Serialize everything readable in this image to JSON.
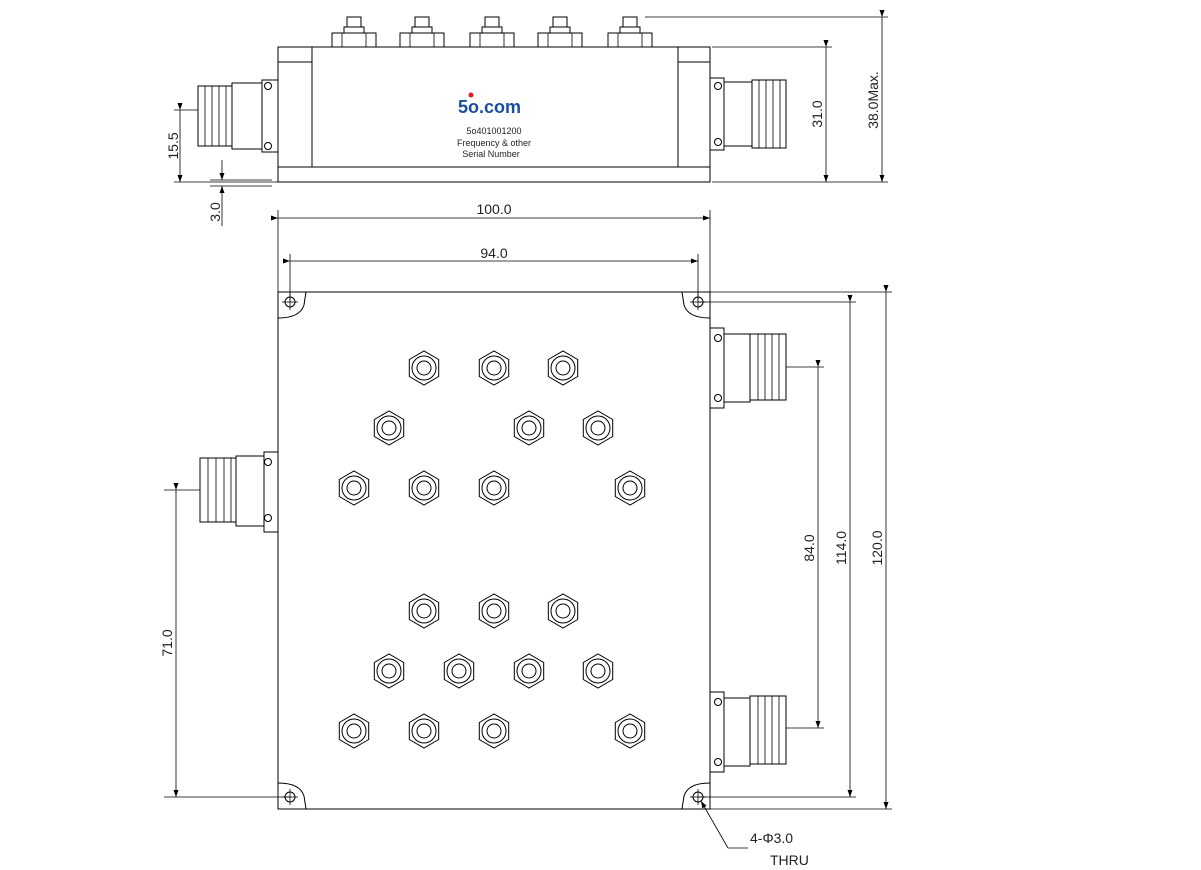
{
  "logo": {
    "text": "5o.com",
    "dot_color": "#e02020",
    "text_color": "#1a4fa0"
  },
  "label": {
    "part_number": "5o401001200",
    "line2": "Frequency & other",
    "line3": "Serial Number"
  },
  "dimensions": {
    "height_side": "15.5",
    "base_offset": "3.0",
    "body_height": "31.0",
    "max_height": "38.0Max.",
    "overall_width": "100.0",
    "hole_spacing_x": "94.0",
    "port_spacing": "84.0",
    "hole_spacing_y": "114.0",
    "overall_length": "120.0",
    "input_offset": "71.0",
    "hole_spec": "4-Φ3.0",
    "hole_type": "THRU"
  },
  "icons": {
    "connector": "n-type-connector-icon",
    "tuning_screw": "tuning-screw-icon",
    "mounting_hole": "mounting-hole-icon"
  }
}
